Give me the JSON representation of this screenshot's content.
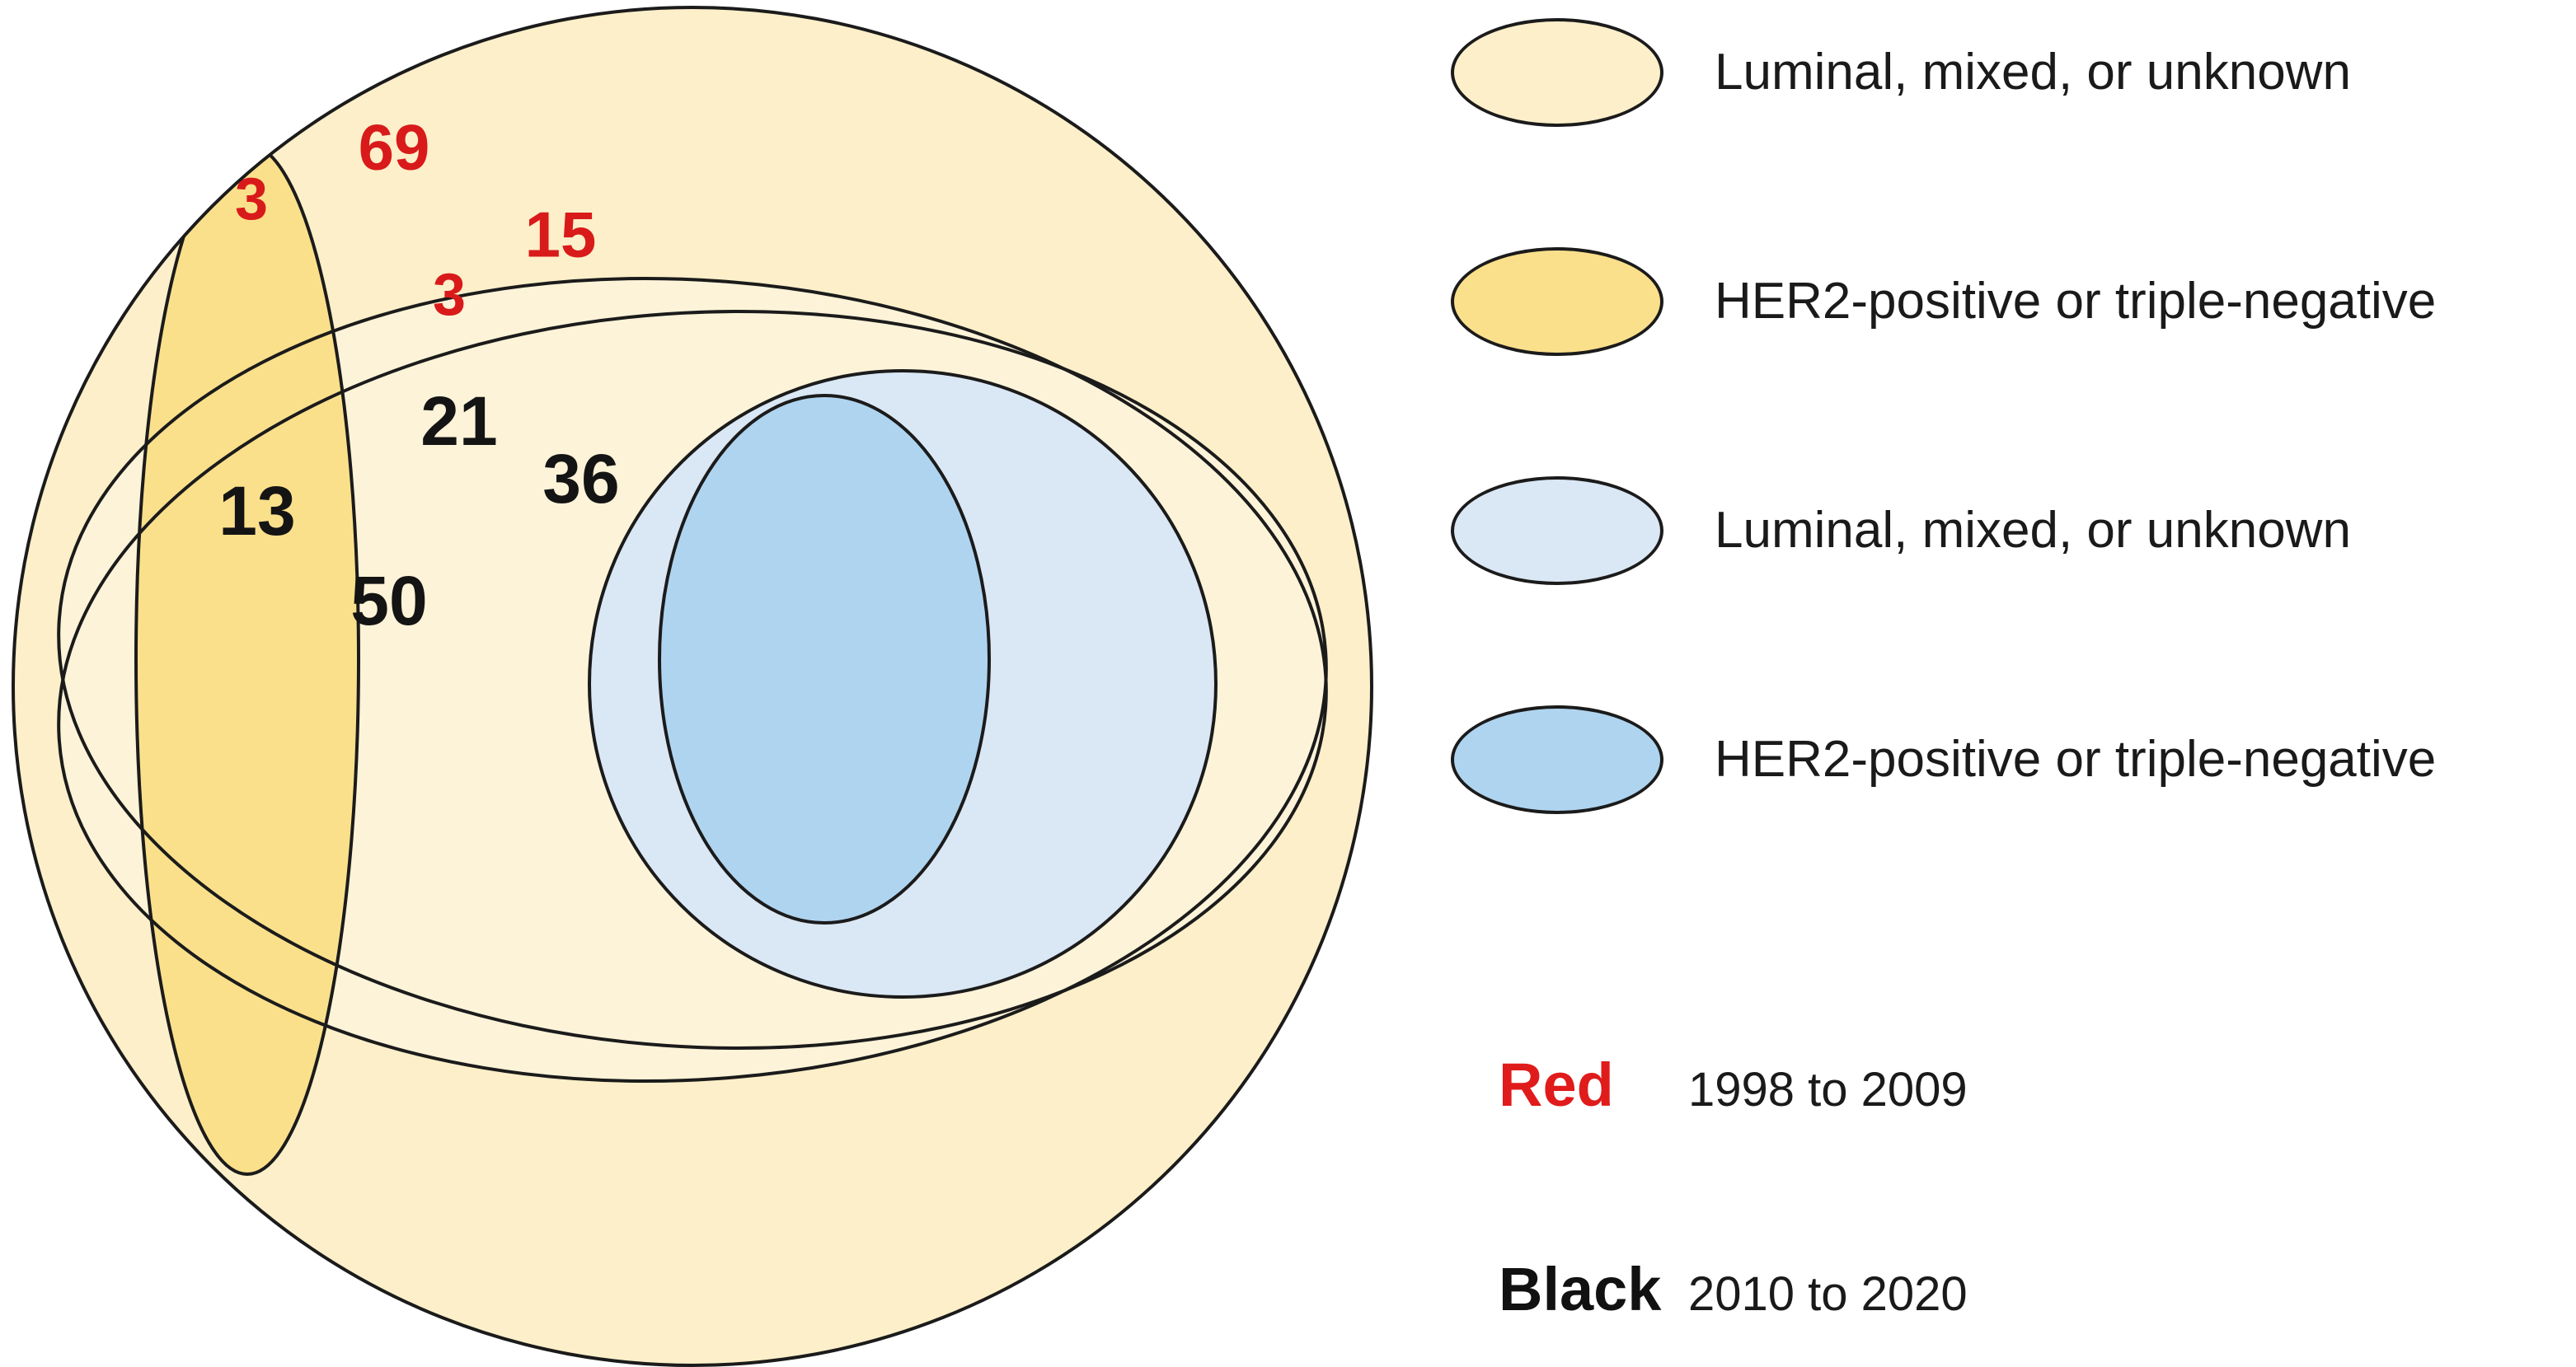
{
  "chart_data": {
    "type": "venn",
    "title": "",
    "description": "Nested Venn diagram of breast cancer subtype counts across two enrolment periods",
    "regions": [
      {
        "id": "outer-cream-top",
        "label": "69",
        "color": "#D91A1A",
        "period": "1998 to 2009",
        "set": "Luminal, mixed, or unknown"
      },
      {
        "id": "yellow-top",
        "label": "3",
        "color": "#D91A1A",
        "period": "1998 to 2009",
        "set": "HER2-positive or triple-negative"
      },
      {
        "id": "lightblue-top",
        "label": "15",
        "color": "#D91A1A",
        "period": "1998 to 2009",
        "set": "Luminal, mixed, or unknown"
      },
      {
        "id": "darkblue-top",
        "label": "3",
        "color": "#D91A1A",
        "period": "1998 to 2009",
        "set": "HER2-positive or triple-negative"
      },
      {
        "id": "darkblue-bottom",
        "label": "21",
        "color": "#141414",
        "period": "2010 to 2020",
        "set": "HER2-positive or triple-negative"
      },
      {
        "id": "lightblue-bottom",
        "label": "36",
        "color": "#141414",
        "period": "2010 to 2020",
        "set": "Luminal, mixed, or unknown"
      },
      {
        "id": "yellow-bottom",
        "label": "13",
        "color": "#141414",
        "period": "2010 to 2020",
        "set": "HER2-positive or triple-negative"
      },
      {
        "id": "outer-cream-bottom",
        "label": "50",
        "color": "#141414",
        "period": "2010 to 2020",
        "set": "Luminal, mixed, or unknown"
      }
    ],
    "values": [
      69,
      3,
      15,
      3,
      21,
      36,
      13,
      50
    ],
    "categories": [
      "69",
      "3",
      "15",
      "3",
      "21",
      "36",
      "13",
      "50"
    ],
    "palette": {
      "cream": "#FCEFC9",
      "yellow": "#FBE08C",
      "light_blue": "#DAE7F4",
      "mid_blue": "#AFD4EF",
      "outline": "#1b1b1b",
      "red_text": "#D91A1A",
      "black_text": "#141414",
      "background": "#FFFFFF"
    }
  },
  "venn": {
    "numbers": {
      "outer_top": "69",
      "yellow_top": "3",
      "lightblue_top": "15",
      "darkblue_top": "3",
      "darkblue_bottom": "21",
      "lightblue_bottom": "36",
      "yellow_bottom": "13",
      "outer_bottom": "50"
    }
  },
  "legend": {
    "items": [
      {
        "swatch_color": "#FCEFC9",
        "label": "Luminal, mixed, or unknown"
      },
      {
        "swatch_color": "#FBE08C",
        "label": "HER2-positive or triple-negative"
      },
      {
        "swatch_color": "#DAE7F4",
        "label": "Luminal, mixed, or unknown"
      },
      {
        "swatch_color": "#AFD4EF",
        "label": "HER2-positive or triple-negative"
      }
    ],
    "color_key": [
      {
        "key": "Red",
        "value": "1998 to 2009",
        "color": "#E01B1B"
      },
      {
        "key": "Black",
        "value": "2010 to 2020",
        "color": "#111111"
      }
    ]
  }
}
